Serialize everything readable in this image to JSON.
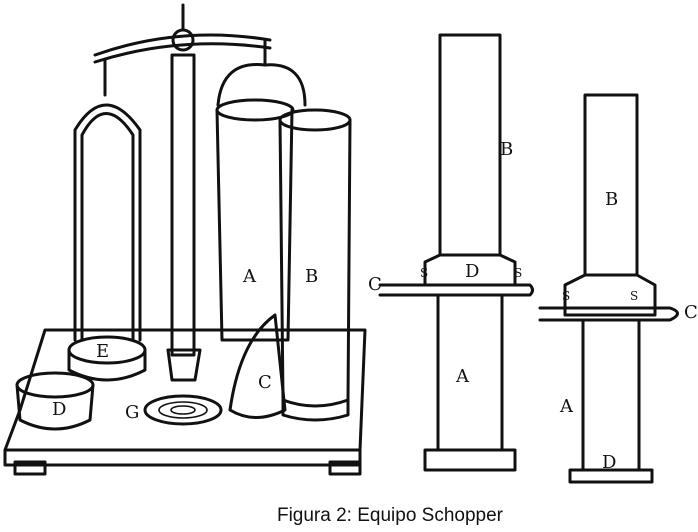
{
  "caption": "Figura 2: Equipo Schopper",
  "labels": {
    "left": {
      "A": "A",
      "B": "B",
      "C": "C",
      "E": "E",
      "G": "G",
      "D": "D"
    },
    "middle": {
      "B": "B",
      "C": "C",
      "S1": "S",
      "D": "D",
      "S2": "S",
      "A": "A"
    },
    "right": {
      "B": "B",
      "S1": "S",
      "S2": "S",
      "C": "C",
      "A": "A",
      "D": "D"
    }
  }
}
